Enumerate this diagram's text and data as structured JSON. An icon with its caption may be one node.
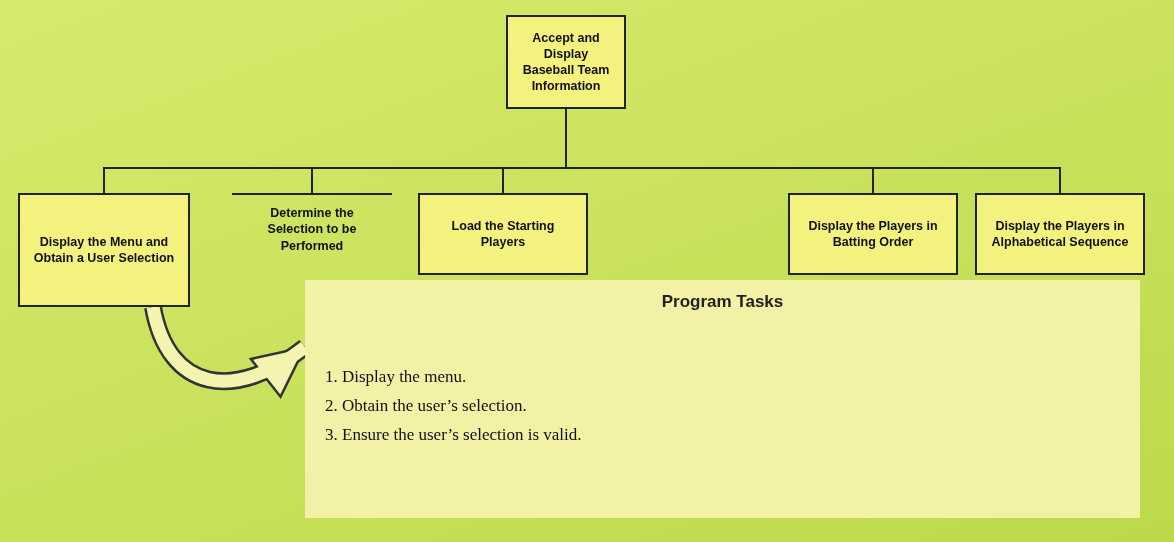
{
  "diagram": {
    "nodes": [
      {
        "text": [
          "Accept and Display Baseball Team Information"
        ]
      },
      {
        "text": [
          "Display the Menu and Obtain a User Selection"
        ]
      },
      {
        "text": [
          "Determine the Selection to be Performed"
        ]
      },
      {
        "text": [
          "Load the Starting Players"
        ]
      },
      {
        "text": [
          "Display the Players in Batting Order"
        ]
      },
      {
        "text": [
          "Display the Players in Alphabetical Sequence"
        ]
      },
      {
        "text": [
          "Program Tasks",
          "1. Display the menu.",
          "2. Obtain the user’s selection.",
          "3. Ensure the user’s selection is valid."
        ]
      }
    ],
    "edges": [
      {
        "from": 0,
        "to": 1,
        "arrow": "none"
      },
      {
        "from": 0,
        "to": 2,
        "arrow": "none"
      },
      {
        "from": 0,
        "to": 3,
        "arrow": "none"
      },
      {
        "from": 0,
        "to": 4,
        "arrow": "none"
      },
      {
        "from": 0,
        "to": 5,
        "arrow": "none"
      },
      {
        "from": 1,
        "to": 6,
        "arrow": "to",
        "style": "thick"
      }
    ]
  }
}
